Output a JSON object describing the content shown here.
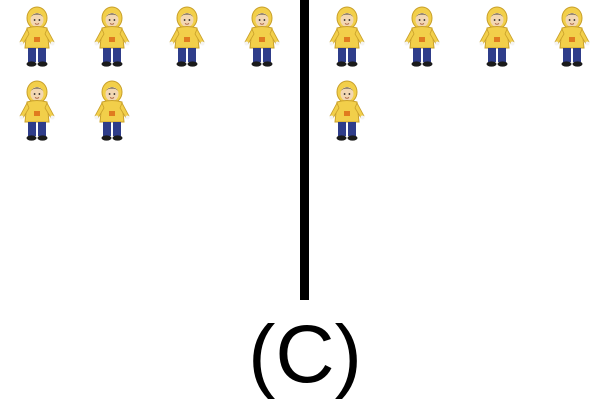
{
  "panels": {
    "left": {
      "figure_count": 6,
      "icon": "child-in-yellow-raincoat-icon"
    },
    "right": {
      "figure_count": 5,
      "icon": "child-in-yellow-raincoat-icon"
    }
  },
  "colors": {
    "raincoat": "#f2cf4a",
    "raincoat_shadow": "#d9ad2a",
    "pants": "#2f3d8a",
    "shoes": "#1b1b1b",
    "skin": "#f2d7b3",
    "hair": "#2a2a2a",
    "badge": "#e07b1f",
    "divider": "#000000"
  },
  "caption": {
    "label": "(C)"
  }
}
